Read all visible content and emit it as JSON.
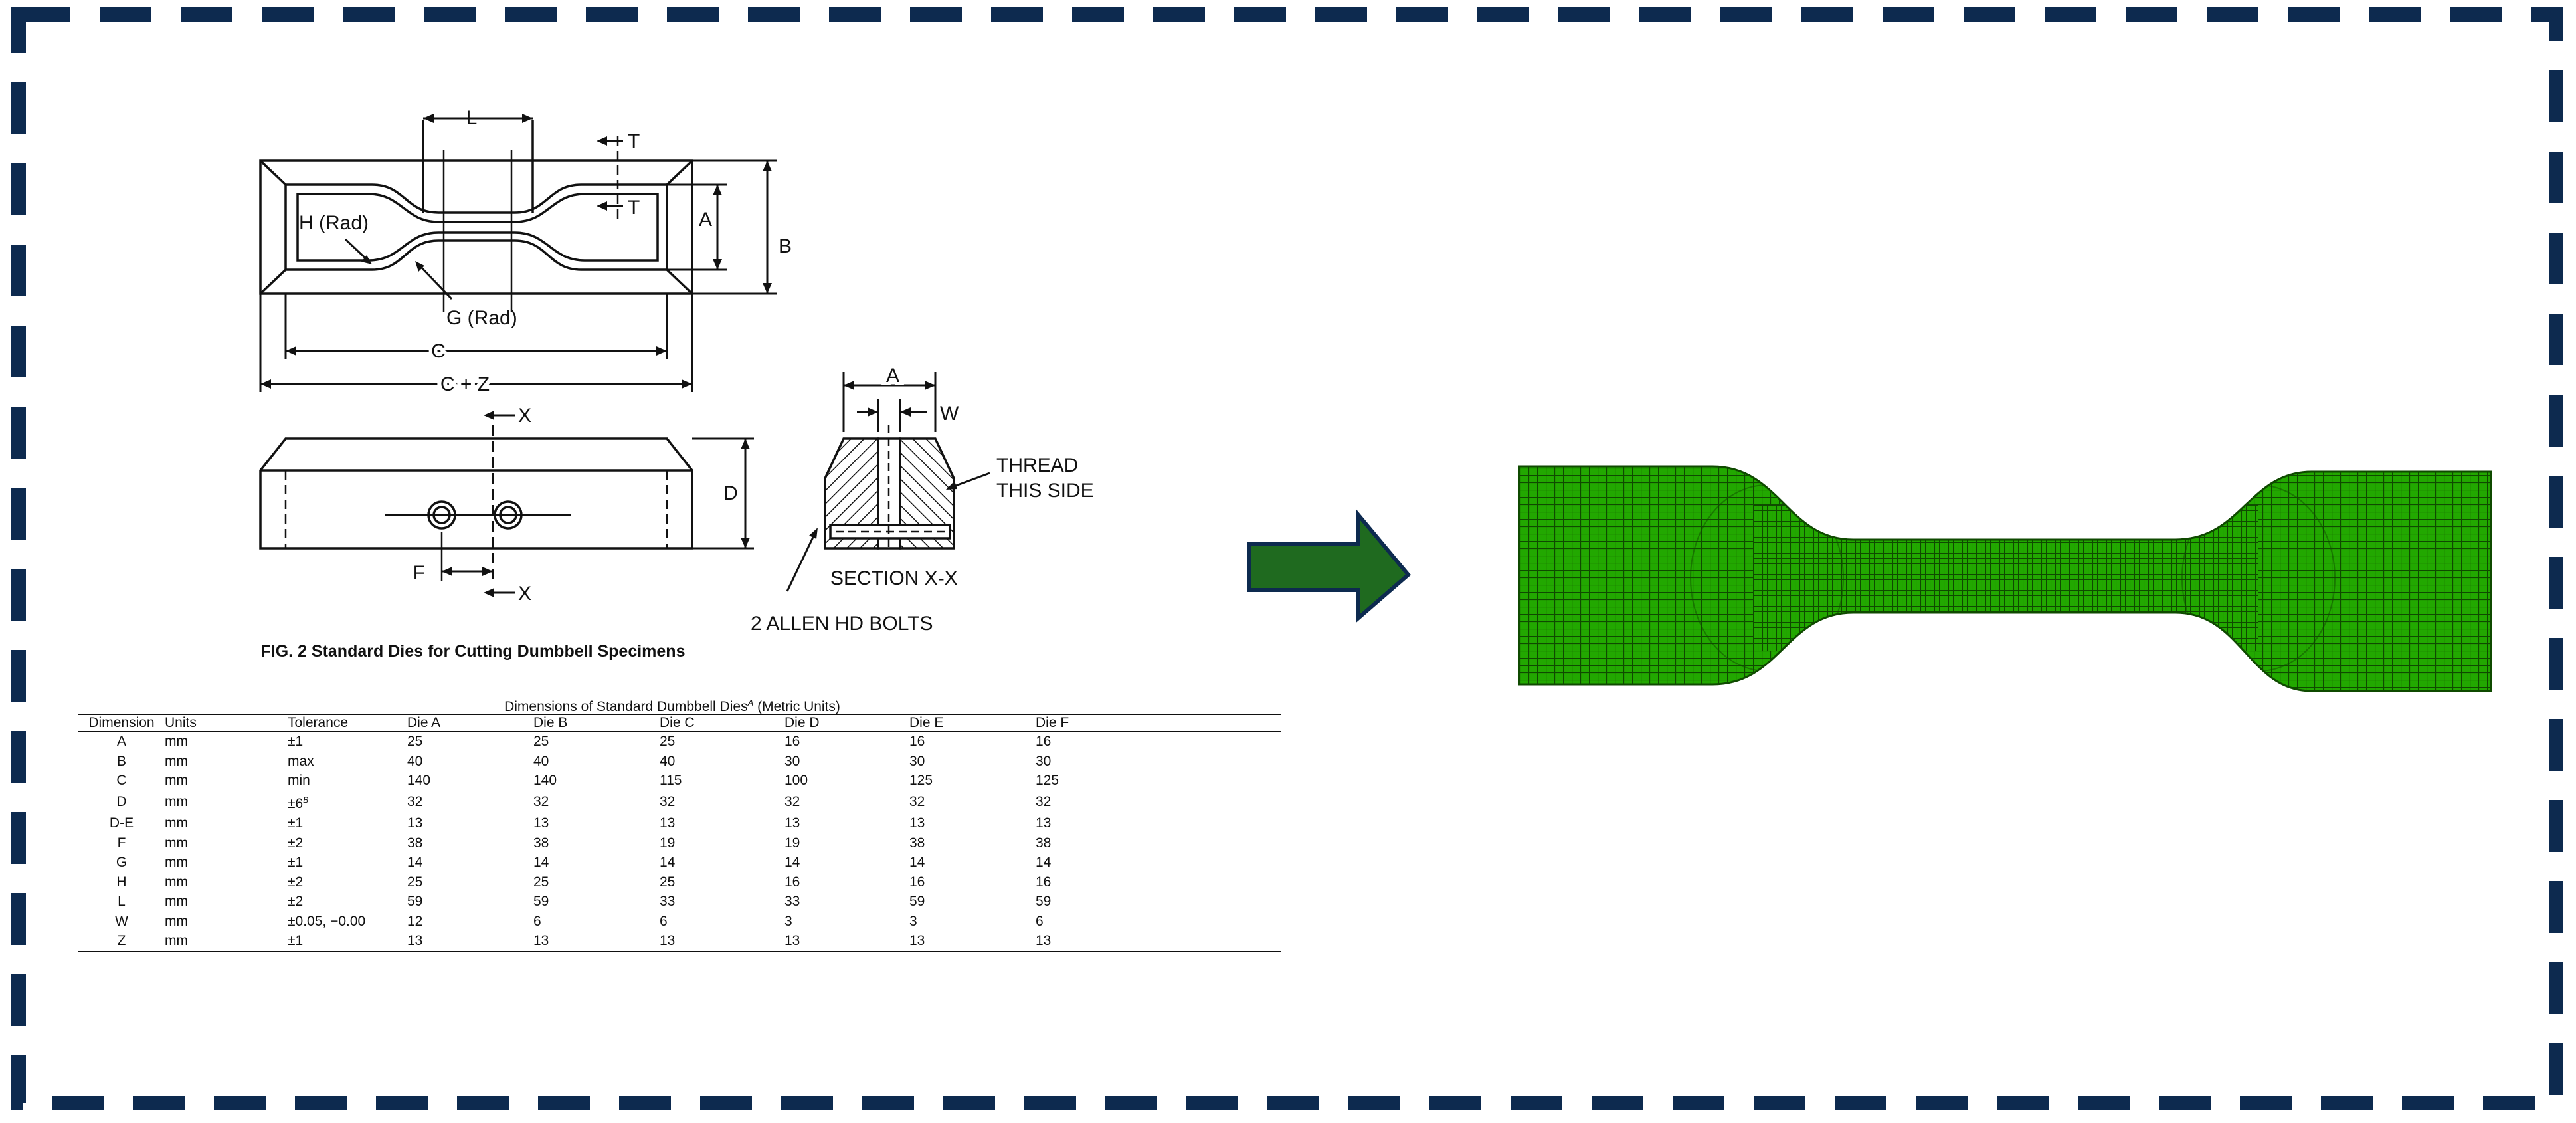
{
  "figure": {
    "caption": "FIG. 2 Standard Dies for Cutting Dumbbell Specimens",
    "labels": {
      "L": "L",
      "T_top": "T",
      "T_bottom": "T",
      "A": "A",
      "B": "B",
      "H_rad": "H (Rad)",
      "G_rad": "G (Rad)",
      "C": "C",
      "C_plus_Z": "C + Z",
      "X_top": "X",
      "X_bottom": "X",
      "D": "D",
      "F": "F",
      "section_A": "A",
      "W": "W",
      "thread": "THREAD",
      "this_side": "THIS SIDE",
      "section": "SECTION X-X",
      "bolts": "2 ALLEN HD BOLTS"
    }
  },
  "table": {
    "caption": "Dimensions of Standard Dumbbell Dies",
    "caption_note": "A",
    "caption_units": " (Metric Units)",
    "headers": [
      "Dimension",
      "Units",
      "Tolerance",
      "Die A",
      "Die B",
      "Die C",
      "Die D",
      "Die E",
      "Die F"
    ],
    "rows": [
      [
        "A",
        "mm",
        "±1",
        "25",
        "25",
        "25",
        "16",
        "16",
        "16"
      ],
      [
        "B",
        "mm",
        "max",
        "40",
        "40",
        "40",
        "30",
        "30",
        "30"
      ],
      [
        "C",
        "mm",
        "min",
        "140",
        "140",
        "115",
        "100",
        "125",
        "125"
      ],
      [
        "D",
        "mm",
        "±6",
        "32",
        "32",
        "32",
        "32",
        "32",
        "32"
      ],
      [
        "D-E",
        "mm",
        "±1",
        "13",
        "13",
        "13",
        "13",
        "13",
        "13"
      ],
      [
        "F",
        "mm",
        "±2",
        "38",
        "38",
        "19",
        "19",
        "38",
        "38"
      ],
      [
        "G",
        "mm",
        "±1",
        "14",
        "14",
        "14",
        "14",
        "14",
        "14"
      ],
      [
        "H",
        "mm",
        "±2",
        "25",
        "25",
        "25",
        "16",
        "16",
        "16"
      ],
      [
        "L",
        "mm",
        "±2",
        "59",
        "59",
        "33",
        "33",
        "59",
        "59"
      ],
      [
        "W",
        "mm",
        "±0.05, −0.00",
        "12",
        "6",
        "6",
        "3",
        "3",
        "6"
      ],
      [
        "Z",
        "mm",
        "±1",
        "13",
        "13",
        "13",
        "13",
        "13",
        "13"
      ]
    ],
    "tolerance_note": "B",
    "tolerance_note_row": 3
  },
  "colors": {
    "frame_dash": "#0d2a4f",
    "arrow_fill": "#1f6a1f",
    "arrow_stroke": "#0d2a4f",
    "mesh_fill": "#22a800",
    "mesh_line": "#0f4a00"
  }
}
